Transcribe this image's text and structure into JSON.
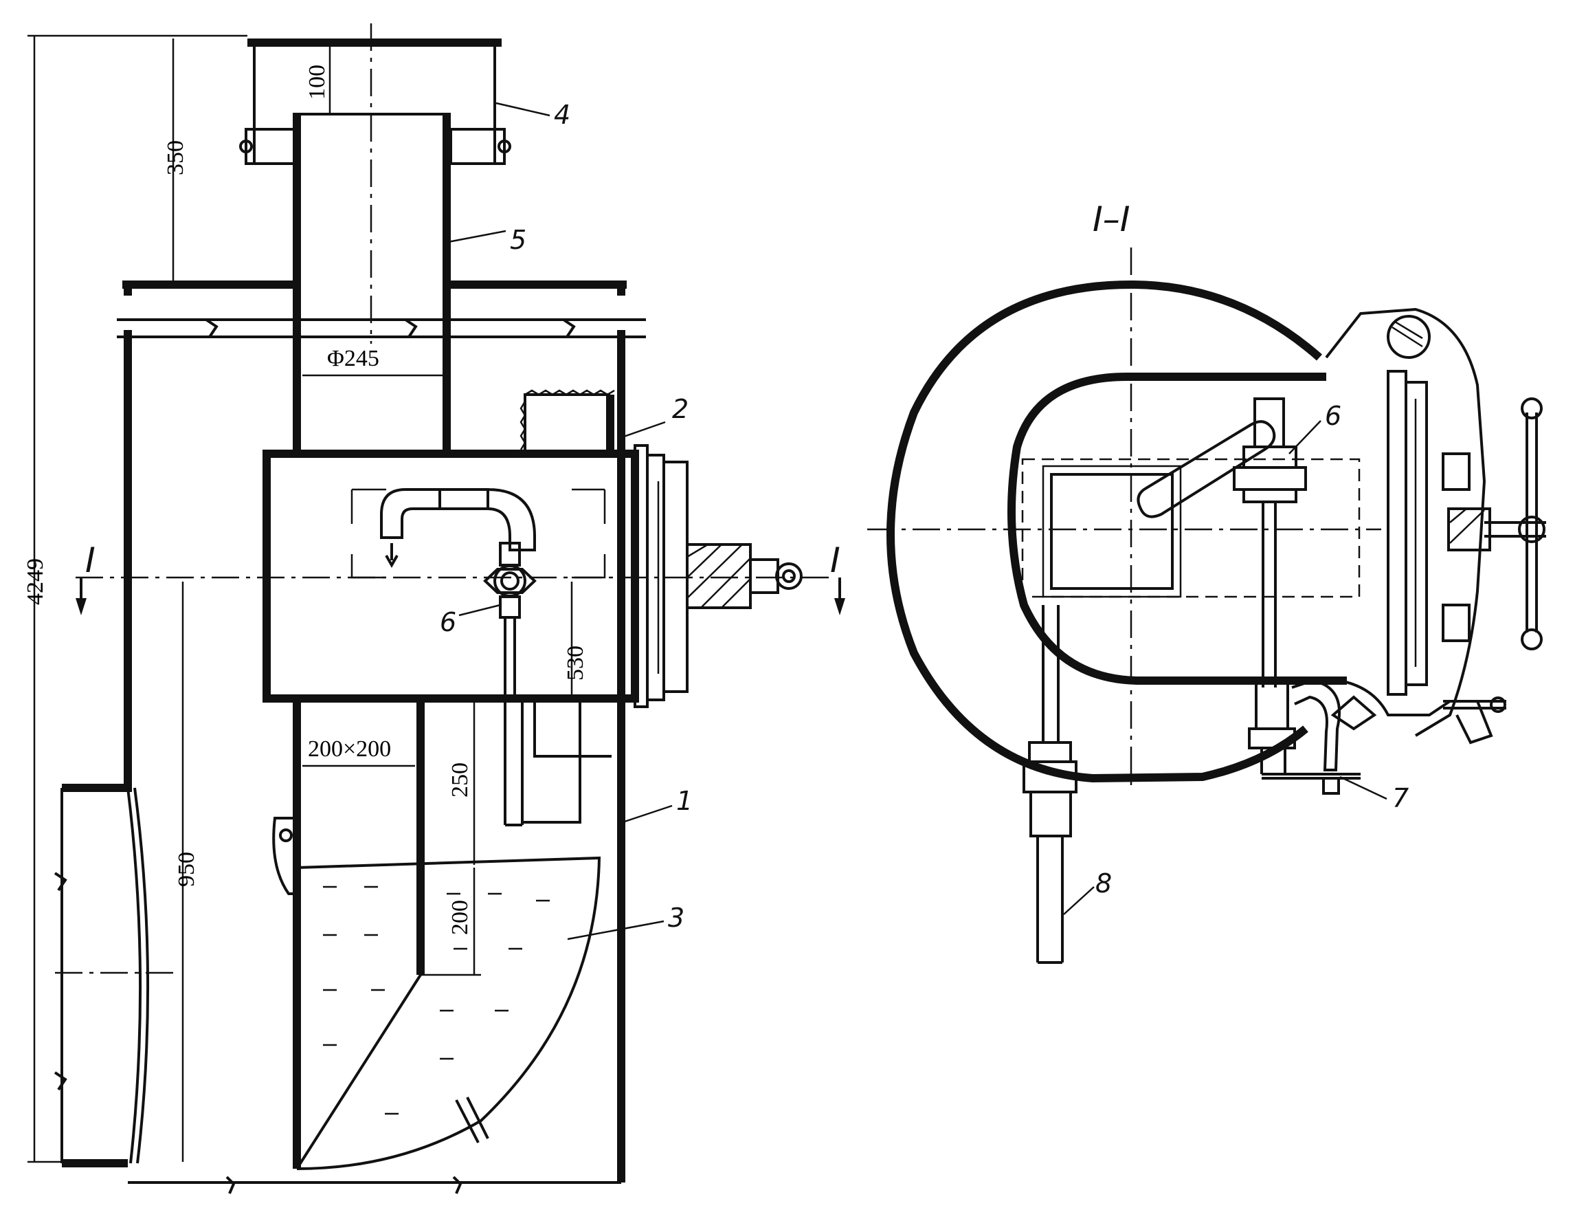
{
  "drawing": {
    "dimensions": {
      "total_height": "4249",
      "top_gap": "100",
      "outlet_height": "350",
      "pipe_diameter": "Φ245",
      "level_from_base": "950",
      "valve_height": "530",
      "channel_size": "200×200",
      "sleeve_length": "250",
      "water_depth": "200"
    },
    "section_markers": {
      "left": "I",
      "right": "I",
      "section_title": "I–I"
    },
    "callouts": {
      "c1": "1",
      "c2": "2",
      "c3": "3",
      "c4": "4",
      "c5": "5",
      "c6_left": "6",
      "c6_right": "6",
      "c7": "7",
      "c8": "8"
    }
  }
}
